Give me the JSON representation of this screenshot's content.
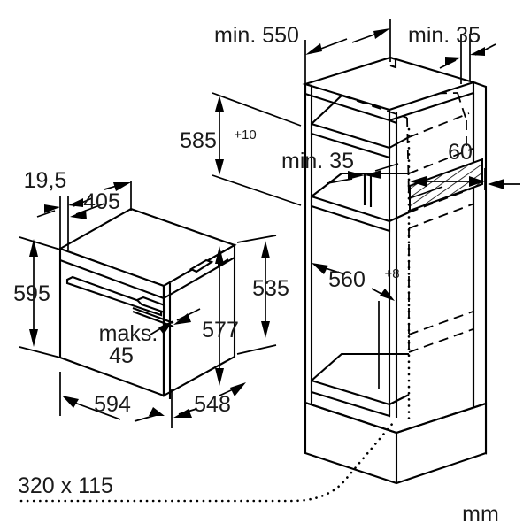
{
  "drawing": {
    "title": "Built-in oven installation dimensions",
    "unit_label": "mm",
    "line_color": "#000000",
    "background_color": "#ffffff"
  },
  "oven": {
    "label": "built-in oven appliance",
    "dimensions": {
      "front_offset": "19,5",
      "depth_top": "405",
      "height_overall": "595",
      "width_front": "594",
      "depth_side": "548",
      "body_height": "577",
      "niche_height": "535",
      "gap_note_line1": "maks.",
      "gap_note_line2": "45"
    }
  },
  "cabinet": {
    "label": "kitchen cabinet niche",
    "dimensions": {
      "depth_min": "min. 550",
      "side_gap_min": "min. 35",
      "niche_height": "585",
      "niche_height_tolerance": "+10",
      "rear_gap_min": "min. 35",
      "rear_vent_depth": "60",
      "niche_width": "560",
      "niche_width_tolerance": "+8"
    }
  },
  "ventilation": {
    "label": "rear ventilation opening",
    "opening_size": "320 x 115"
  }
}
